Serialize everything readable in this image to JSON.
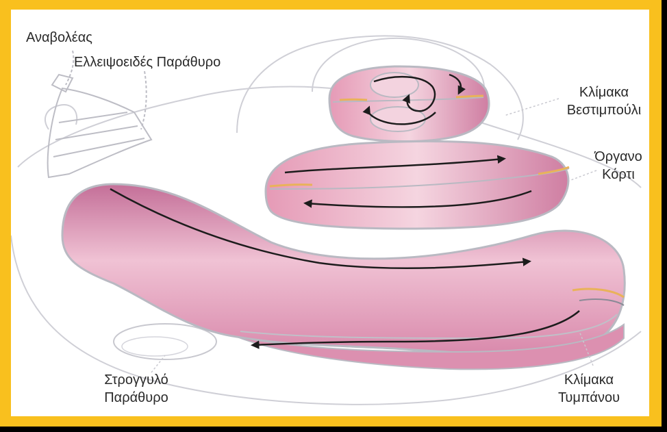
{
  "labels": {
    "stapes": "Αναβολέας",
    "oval_window": "Ελλειψοειδές Παράθυρο",
    "scala_vestibuli_1": "Κλίμακα",
    "scala_vestibuli_2": "Βεστιμπούλι",
    "organ_corti_1": "Όργανο",
    "organ_corti_2": "Κόρτι",
    "round_window_1": "Στρογγυλό",
    "round_window_2": "Παράθυρο",
    "scala_tympani_1": "Κλίμακα",
    "scala_tympani_2": "Τυμπάνου"
  },
  "colors": {
    "border": "#f9c01e",
    "tube_fill": "#e7a3be",
    "tube_inner": "#f3d3df",
    "outline": "#b9b9c2",
    "arrow": "#1c1c1c",
    "membrane": "#e9b25a"
  }
}
